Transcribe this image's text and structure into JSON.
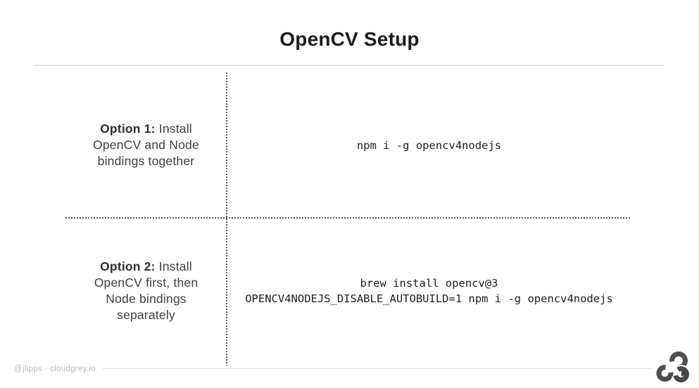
{
  "slide": {
    "title": "OpenCV Setup",
    "options": [
      {
        "label_bold": "Option 1:",
        "label_line1": "Install",
        "label_line2": "OpenCV and Node",
        "label_line3": "bindings together",
        "code_lines": [
          "npm i -g opencv4nodejs"
        ]
      },
      {
        "label_bold": "Option 2:",
        "label_line1": "Install",
        "label_line2": "OpenCV first, then",
        "label_line3": "Node bindings",
        "label_line4": "separately",
        "code_lines": [
          "brew install opencv@3",
          "OPENCV4NODEJS_DISABLE_AUTOBUILD=1 npm i -g opencv4nodejs"
        ]
      }
    ]
  },
  "footer": {
    "credit": "@jlipps · cloudgrey.io"
  },
  "logo": {
    "name": "cloudgrey-cloud-logo",
    "color": "#4d4d4d"
  },
  "colors": {
    "background": "#ffffff",
    "title_text": "#1c1c1c",
    "body_text": "#3d3d3d",
    "code_text": "#1e1e1e",
    "dotted_divider": "#5a5a5a",
    "light_rule": "#e2e2e2",
    "footer_text": "#b9b9b9"
  }
}
